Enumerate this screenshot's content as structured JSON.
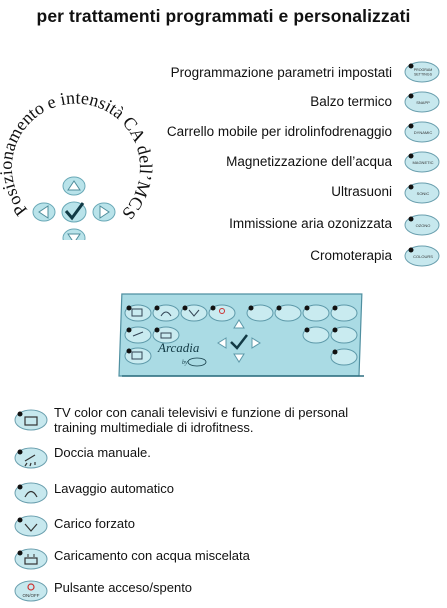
{
  "title": "per trattamenti programmati e personalizzati",
  "logo": {
    "arc_text": "Posizionamento e intensità CA dell’MCS",
    "icon_names": [
      "up-arrow-icon",
      "left-arrow-icon",
      "checkmark-icon",
      "right-arrow-icon",
      "down-arrow-icon"
    ]
  },
  "features": [
    {
      "label": "Programmazione parametri impostati",
      "button_text": "PROGRAM SETTINGS"
    },
    {
      "label": "Balzo termico",
      "button_text": "SNAPP"
    },
    {
      "label": "Carrello mobile per idrolinfodrenaggio",
      "button_text": "DYNAMIC"
    },
    {
      "label": "Magnetizzazione dell’acqua",
      "button_text": "MAGNETIC"
    },
    {
      "label": "Ultrasuoni",
      "button_text": "SONIC"
    },
    {
      "label": "Immissione aria ozonizzata",
      "button_text": "OZONO"
    },
    {
      "label": "Cromoterapia",
      "button_text": "COLOURS"
    }
  ],
  "panel": {
    "brand": "Arcadia",
    "brand_sub": "by",
    "accent_color": "#9fd6e0"
  },
  "legend": [
    {
      "icon": "tv-icon",
      "lines": [
        "TV color con canali televisivi e funzione di personal",
        "training multimediale di idrofitness."
      ]
    },
    {
      "icon": "shower-icon",
      "lines": [
        "Doccia manuale."
      ]
    },
    {
      "icon": "wash-icon",
      "lines": [
        "Lavaggio automatico"
      ]
    },
    {
      "icon": "fill-icon",
      "lines": [
        "Carico forzato"
      ]
    },
    {
      "icon": "mixed-water-icon",
      "lines": [
        "Caricamento con acqua miscelata"
      ]
    },
    {
      "icon": "power-icon",
      "lines": [
        "Pulsante acceso/spento"
      ],
      "button_text": "ON/OFF"
    }
  ]
}
